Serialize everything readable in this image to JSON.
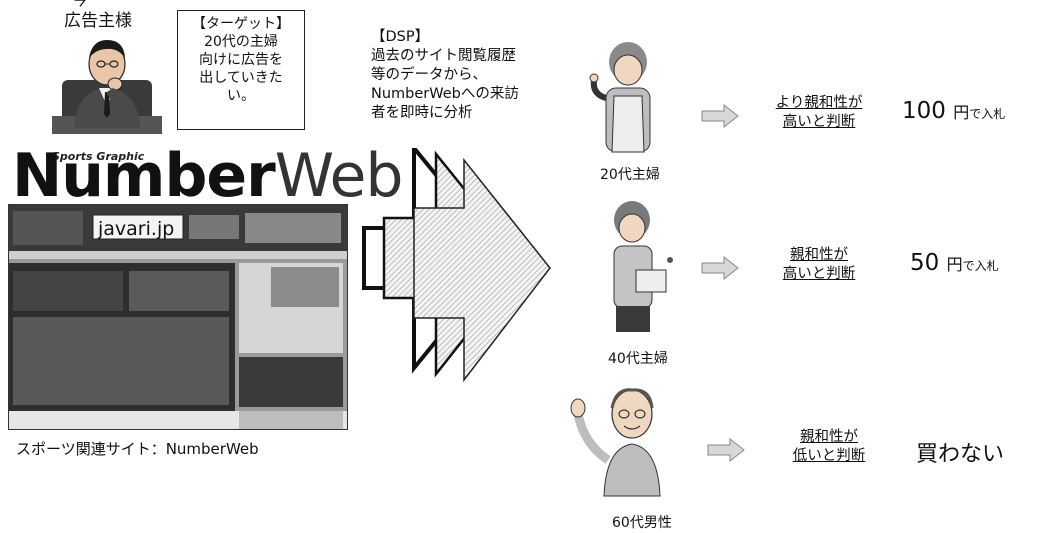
{
  "advertiser": {
    "top_fragment": "今",
    "label": "広告主様"
  },
  "target_box": {
    "lines": [
      "【ターゲット】",
      "20代の主婦",
      "向けに広告を",
      "出していきた",
      "い。"
    ]
  },
  "dsp": {
    "lines": [
      "【DSP】",
      "過去のサイト閲覧履歴",
      "等のデータから、",
      "NumberWebへの来訪",
      "者を即時に分析"
    ]
  },
  "site": {
    "logo_small": "Sports Graphic",
    "logo_bold": "Number",
    "logo_light": "Web",
    "banner_text": "javari.jp",
    "caption": "スポーツ関連サイト：NumberWeb"
  },
  "rows": [
    {
      "person": "20代主婦",
      "verdict_lines": [
        "より親和性が",
        "高いと判断"
      ],
      "bid_value": "100",
      "bid_unit": "円",
      "bid_suffix": "で入札"
    },
    {
      "person": "40代主婦",
      "verdict_lines": [
        "親和性が",
        "高いと判断"
      ],
      "bid_value": "50",
      "bid_unit": "円",
      "bid_suffix": "で入札"
    },
    {
      "person": "60代男性",
      "verdict_lines": [
        "親和性が",
        "低いと判断"
      ],
      "bid_text": "買わない"
    }
  ],
  "colors": {
    "ink": "#111111",
    "arrow_fill": "#d8d8d8",
    "site_dark": "#2c2c2c",
    "site_mid": "#8a8a8a"
  },
  "icons": [
    "advertiser-person-icon",
    "housewife-20s-icon",
    "housewife-40s-icon",
    "man-60s-icon",
    "process-arrow-icon",
    "small-arrow-icon"
  ]
}
